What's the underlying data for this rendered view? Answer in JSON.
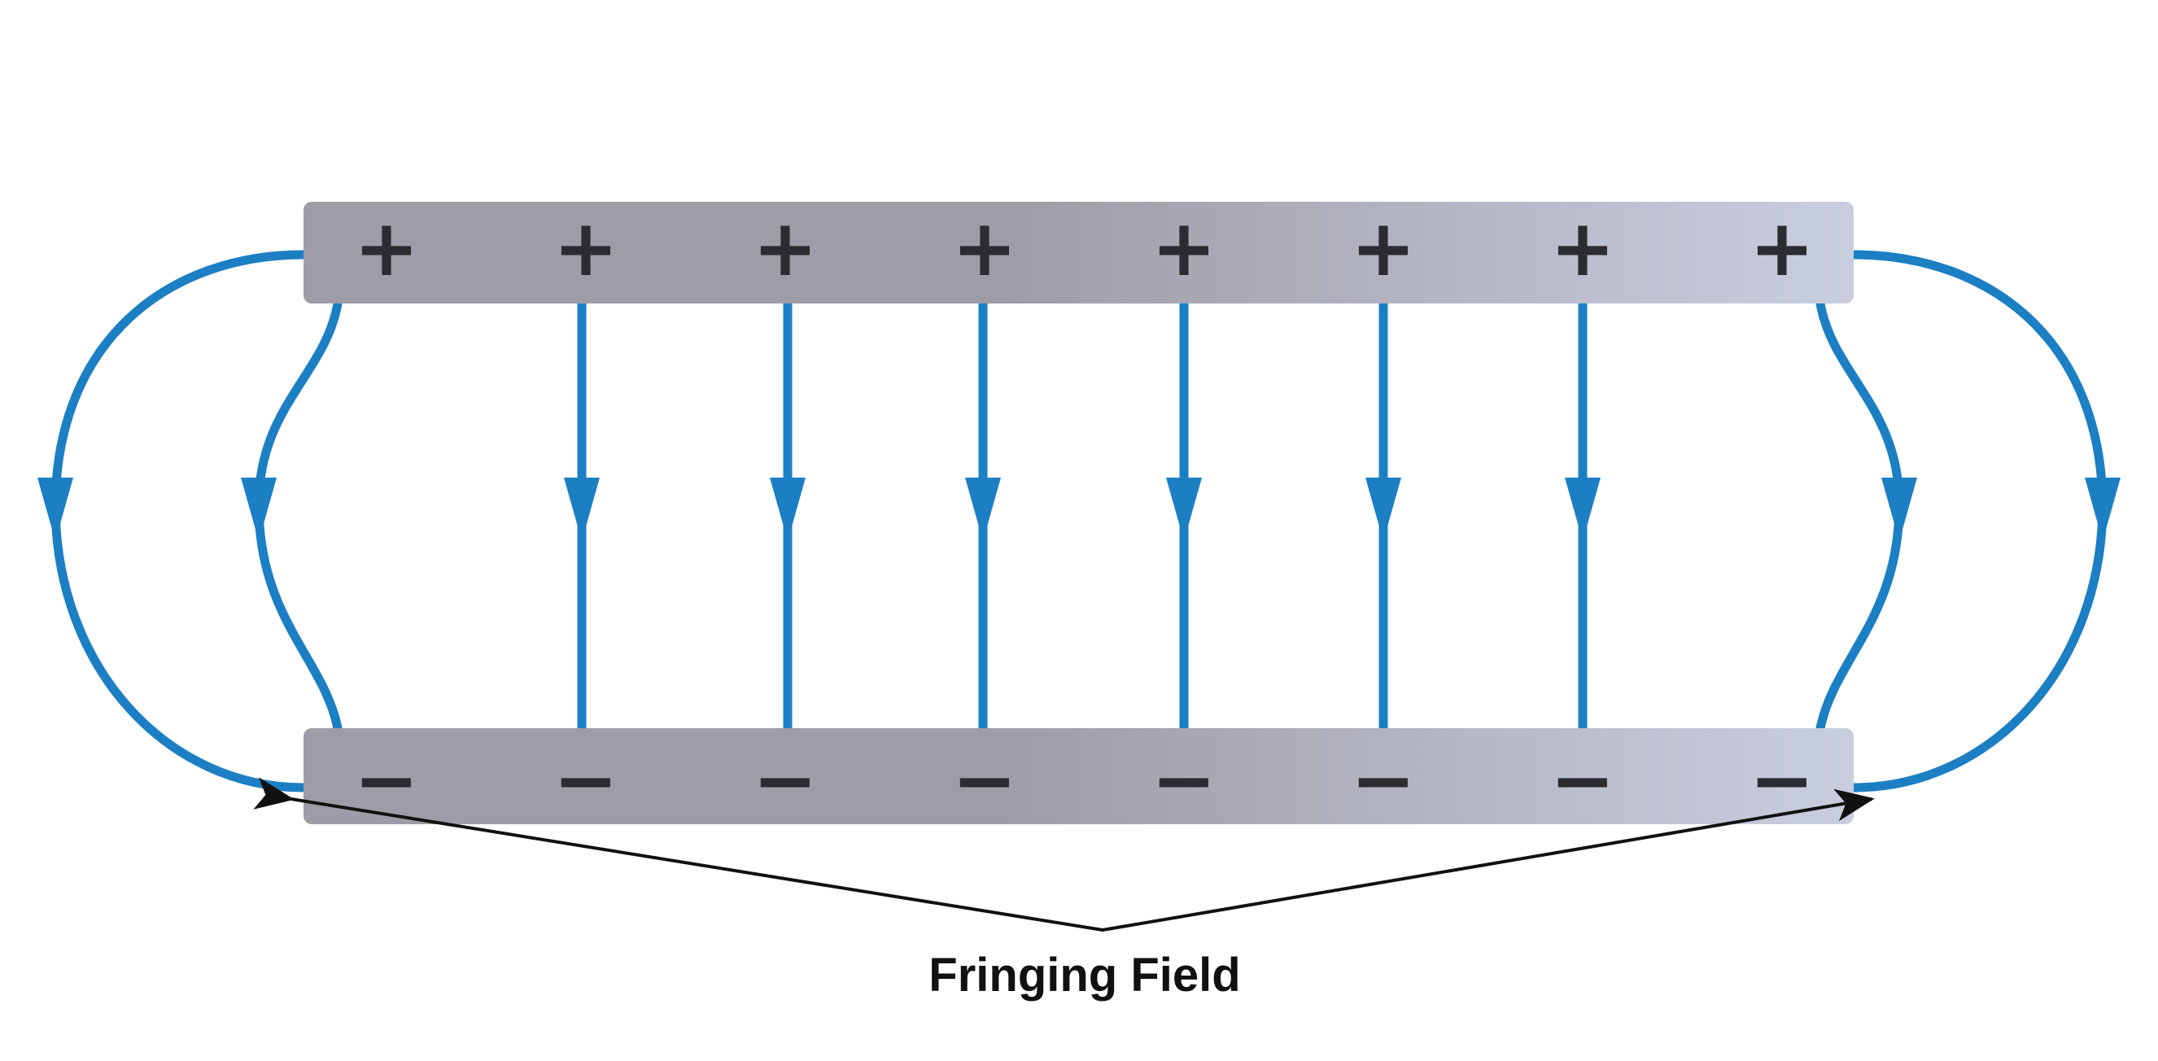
{
  "diagram": {
    "label": "Fringing Field",
    "colors": {
      "field_line": "#1c7fc4",
      "plate_dark": "#9e9ca6",
      "plate_light": "#c9cedf",
      "charge_symbol": "#2b2b30",
      "annotation": "#111111",
      "background": "#ffffff"
    },
    "top_plate": {
      "charge": "positive",
      "symbols": [
        "+",
        "+",
        "+",
        "+",
        "+",
        "+",
        "+",
        "+"
      ]
    },
    "bottom_plate": {
      "charge": "negative",
      "symbols": [
        "−",
        "−",
        "−",
        "−",
        "−",
        "−",
        "−",
        "−"
      ]
    },
    "field_lines": {
      "straight_count": 6,
      "fringing_per_side": 2
    }
  }
}
